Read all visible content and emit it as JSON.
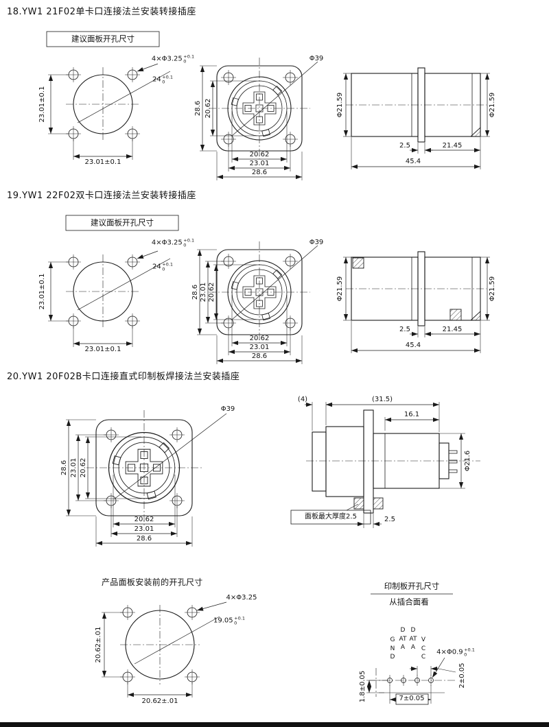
{
  "s18": {
    "title": "18.YW1 21F02单卡口连接法兰安装转接插座",
    "panel_box": "建议面板开孔尺寸",
    "holes": "4×Φ3.25",
    "holes_tu": "+0.1",
    "holes_td": "0",
    "key": "24",
    "key_tu": "+0.1",
    "key_td": "0",
    "vdim": "23.01±0.1",
    "hdim": "23.01±0.1",
    "phi": "Φ39",
    "fv1": "28.6",
    "fv2": "20.62",
    "fh1": "20.62",
    "fh2": "23.01",
    "fh3": "28.6",
    "phiL": "Φ21.59",
    "phiR": "Φ21.59",
    "t": "2.5",
    "len1": "21.45",
    "len2": "45.4"
  },
  "s19": {
    "title": "19.YW1 22F02双卡口连接法兰安装转接插座",
    "panel_box": "建议面板开孔尺寸",
    "holes": "4×Φ3.25",
    "holes_tu": "+0.1",
    "holes_td": "0",
    "key": "24",
    "key_tu": "+0.1",
    "key_td": "0",
    "vdim": "23.01±0.1",
    "hdim": "23.01±0.1",
    "phi": "Φ39",
    "fv1": "28.6",
    "fv2": "23.01",
    "fv3": "20.62",
    "fh1": "20.62",
    "fh2": "23.01",
    "fh3": "28.6",
    "phiL": "Φ21.59",
    "phiR": "Φ21.59",
    "t": "2.5",
    "len1": "21.45",
    "len2": "45.4"
  },
  "s20": {
    "title": "20.YW1 20F02B卡口连接直式印制板焊接法兰安装插座",
    "phi": "Φ39",
    "fv1": "28.6",
    "fv2": "23.01",
    "fv3": "20.62",
    "fh1": "20.62",
    "fh2": "23.01",
    "fh3": "28.6",
    "d4": "(4)",
    "d315": "(31.5)",
    "d161": "16.1",
    "phiBody": "Φ21.6",
    "panel_note": "面板最大厚度2.5",
    "t": "2.5",
    "cut_label": "产品面板安装前的开孔尺寸",
    "cut_holes": "4×Φ3.25",
    "cut_key": "19.05",
    "cut_tu": "+0.1",
    "cut_td": "0",
    "cut_v": "20.62±.01",
    "cut_h": "20.62±.01",
    "pcb_title": "印制板开孔尺寸",
    "pcb_sub": "从插合面看",
    "pin1": "GND",
    "pin2": "DATA",
    "pin3": "DATA",
    "pin4": "VCC",
    "pcb_holes": "4×Φ0.9",
    "pcb_tu": "+0.1",
    "pcb_td": "0",
    "pd1": "2±0.05",
    "pd2": "7±0.05",
    "pd3": "1.8±0.05"
  }
}
